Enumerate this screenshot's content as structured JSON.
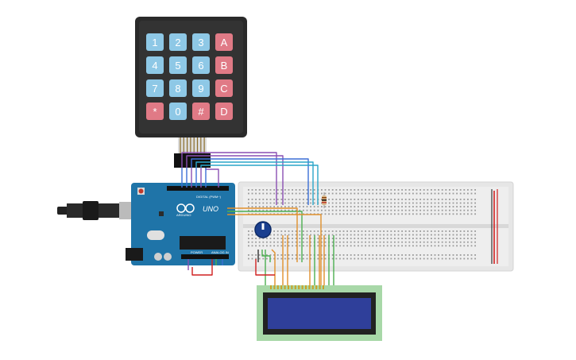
{
  "keypad": {
    "rows": [
      [
        "1",
        "2",
        "3",
        "A"
      ],
      [
        "4",
        "5",
        "6",
        "B"
      ],
      [
        "7",
        "8",
        "9",
        "C"
      ],
      [
        "*",
        "0",
        "#",
        "D"
      ]
    ],
    "digit_color": "#8ec8e6",
    "letter_color": "#e07a86"
  },
  "arduino": {
    "model_label": "UNO",
    "brand_label": "ARDUINO",
    "digital_label": "DIGITAL (PWM~)",
    "power_label": "POWER",
    "analog_label": "ANALOG IN",
    "board_color": "#1f74a8"
  },
  "lcd": {
    "screen_color": "#2f3f9a",
    "bezel_color": "#a8d8a8"
  },
  "colors": {
    "breadboard": "#e6e6e6",
    "rail_red": "#d02020",
    "wire_purple": "#8a4fb3",
    "wire_blue": "#3b6fd6",
    "wire_teal": "#2aa6c9",
    "wire_orange": "#e0902c",
    "wire_green": "#4caf50",
    "wire_red": "#d02020",
    "wire_black": "#333333"
  }
}
